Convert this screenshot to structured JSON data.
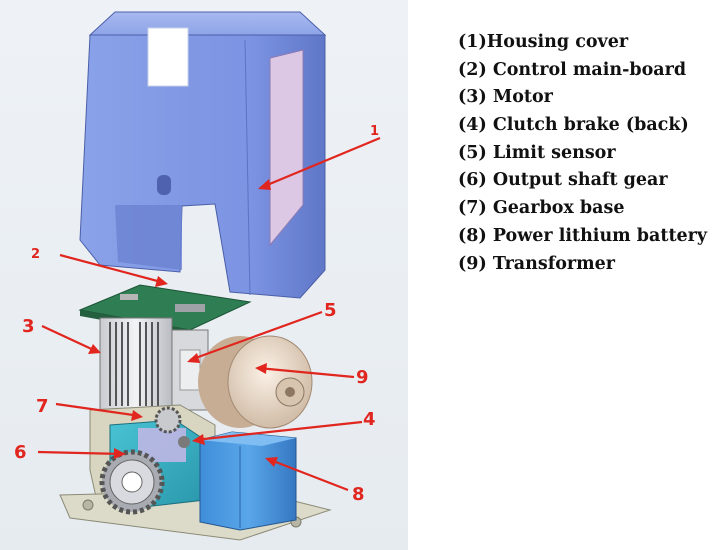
{
  "figure": {
    "callouts": [
      {
        "num": "1",
        "component": "Housing cover"
      },
      {
        "num": "2",
        "component": "Control main-board"
      },
      {
        "num": "3",
        "component": "Motor"
      },
      {
        "num": "4",
        "component": "Clutch brake (back)"
      },
      {
        "num": "5",
        "component": "Limit sensor"
      },
      {
        "num": "6",
        "component": "Output shaft gear"
      },
      {
        "num": "7",
        "component": "Gearbox base"
      },
      {
        "num": "8",
        "component": "Power lithium battery"
      },
      {
        "num": "9",
        "component": "Transformer"
      }
    ],
    "callout_color": "#e0261e",
    "colors": {
      "housing": "#7f97e3",
      "board": "#2f7d53",
      "gearbox": "#36b2c6",
      "battery": "#4a97e0",
      "transformer": "#e9d9c8",
      "base": "#d9dbc8"
    }
  },
  "legend": {
    "items": [
      "(1)Housing cover",
      "(2) Control main-board",
      "(3) Motor",
      "(4) Clutch brake (back)",
      "(5) Limit sensor",
      "(6) Output shaft gear",
      "(7) Gearbox base",
      "(8) Power lithium battery",
      "(9) Transformer"
    ]
  }
}
